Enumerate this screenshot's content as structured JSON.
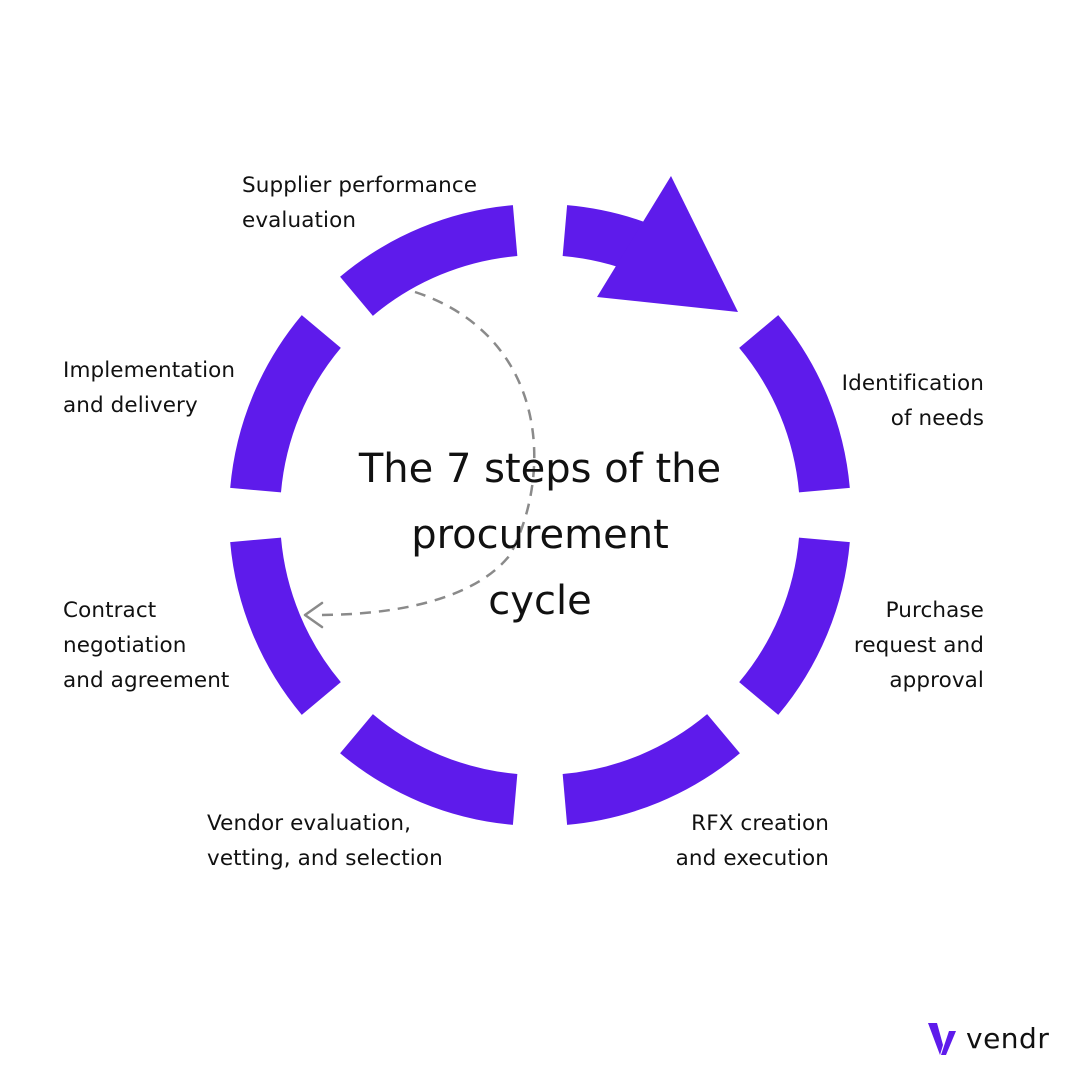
{
  "title": {
    "lines": [
      "The 7 steps of the",
      "procurement",
      "cycle"
    ]
  },
  "steps": [
    {
      "lines": [
        "Identification",
        "of needs"
      ]
    },
    {
      "lines": [
        "Purchase",
        "request and",
        "approval"
      ]
    },
    {
      "lines": [
        "RFX creation",
        "and execution"
      ]
    },
    {
      "lines": [
        "Vendor evaluation,",
        "vetting, and selection"
      ]
    },
    {
      "lines": [
        "Contract",
        "negotiation",
        "and agreement"
      ]
    },
    {
      "lines": [
        "Implementation",
        "and delivery"
      ]
    },
    {
      "lines": [
        "Supplier performance",
        "evaluation"
      ]
    }
  ],
  "brand": {
    "name": "vendr"
  },
  "colors": {
    "ring": "#5E1BEB",
    "dash": "#8A8A8A",
    "text": "#111111"
  }
}
